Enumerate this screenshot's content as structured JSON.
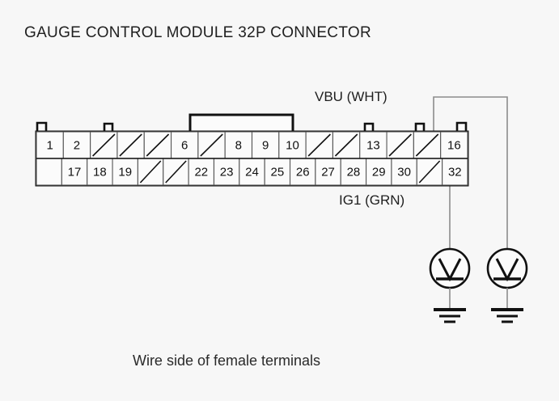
{
  "title": "GAUGE CONTROL MODULE 32P CONNECTOR",
  "caption": "Wire side of female terminals",
  "connector": {
    "name": "GAUGE CONTROL MODULE 32P CONNECTOR",
    "pin_count": 32,
    "top_row": [
      {
        "label": "1",
        "blank": false
      },
      {
        "label": "2",
        "blank": false
      },
      {
        "label": "",
        "blank": true
      },
      {
        "label": "",
        "blank": true
      },
      {
        "label": "",
        "blank": true
      },
      {
        "label": "6",
        "blank": false
      },
      {
        "label": "",
        "blank": true
      },
      {
        "label": "8",
        "blank": false
      },
      {
        "label": "9",
        "blank": false
      },
      {
        "label": "10",
        "blank": false
      },
      {
        "label": "",
        "blank": true
      },
      {
        "label": "",
        "blank": true
      },
      {
        "label": "13",
        "blank": false
      },
      {
        "label": "",
        "blank": true
      },
      {
        "label": "",
        "blank": true
      },
      {
        "label": "16",
        "blank": false
      }
    ],
    "bottom_row": [
      {
        "label": "",
        "blank": false
      },
      {
        "label": "17",
        "blank": false
      },
      {
        "label": "18",
        "blank": false
      },
      {
        "label": "19",
        "blank": false
      },
      {
        "label": "",
        "blank": true
      },
      {
        "label": "",
        "blank": true
      },
      {
        "label": "22",
        "blank": false
      },
      {
        "label": "23",
        "blank": false
      },
      {
        "label": "24",
        "blank": false
      },
      {
        "label": "25",
        "blank": false
      },
      {
        "label": "26",
        "blank": false
      },
      {
        "label": "27",
        "blank": false
      },
      {
        "label": "28",
        "blank": false
      },
      {
        "label": "29",
        "blank": false
      },
      {
        "label": "30",
        "blank": false
      },
      {
        "label": "",
        "blank": true
      },
      {
        "label": "32",
        "blank": false
      }
    ]
  },
  "wires": [
    {
      "name": "VBU (WHT)",
      "label": "VBU (WHT)",
      "from_pin": "16",
      "to": "voltmeter-right"
    },
    {
      "name": "IG1 (GRN)",
      "label": "IG1 (GRN)",
      "from_pin": "32",
      "to": "voltmeter-left"
    }
  ],
  "instruments": [
    {
      "name": "voltmeter-left",
      "symbol": "V",
      "grounded": true
    },
    {
      "name": "voltmeter-right",
      "symbol": "V",
      "grounded": true
    }
  ],
  "colors": {
    "background": "#f7f7f7",
    "line": "#111111",
    "wire": "#8c8c8c",
    "cell_fill": "#fbfbfb",
    "text": "#1a1a1a"
  }
}
